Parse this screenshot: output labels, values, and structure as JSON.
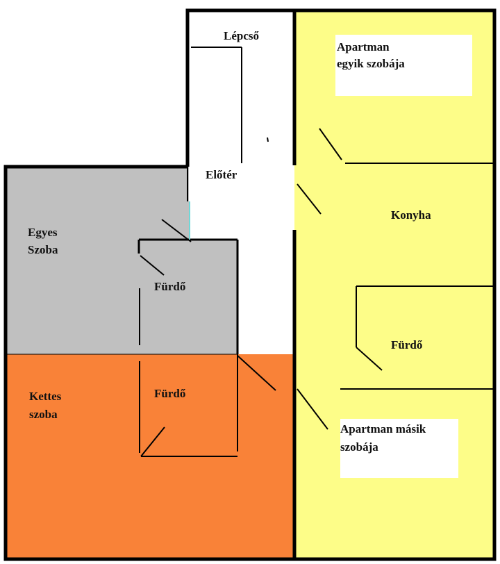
{
  "title": "Floor plan",
  "colors": {
    "single_room": "#c0c0c0",
    "double_room": "#f98238",
    "apartment": "#fdfd88",
    "hallway": "#ffffff",
    "wall": "#000000",
    "accent": "#6fd8d8"
  },
  "rooms": {
    "stairs": "Lépcső",
    "apartment_room1": [
      "Apartman",
      "egyik szobája"
    ],
    "hallway": "Előtér",
    "single_room": [
      "Egyes",
      "Szoba"
    ],
    "single_bath": "Fürdő",
    "kitchen": "Konyha",
    "apartment_bath": "Fürdő",
    "double_room": [
      "Kettes",
      "szoba"
    ],
    "double_bath": "Fürdő",
    "apartment_room2": [
      "Apartman másik",
      "szobája"
    ]
  }
}
